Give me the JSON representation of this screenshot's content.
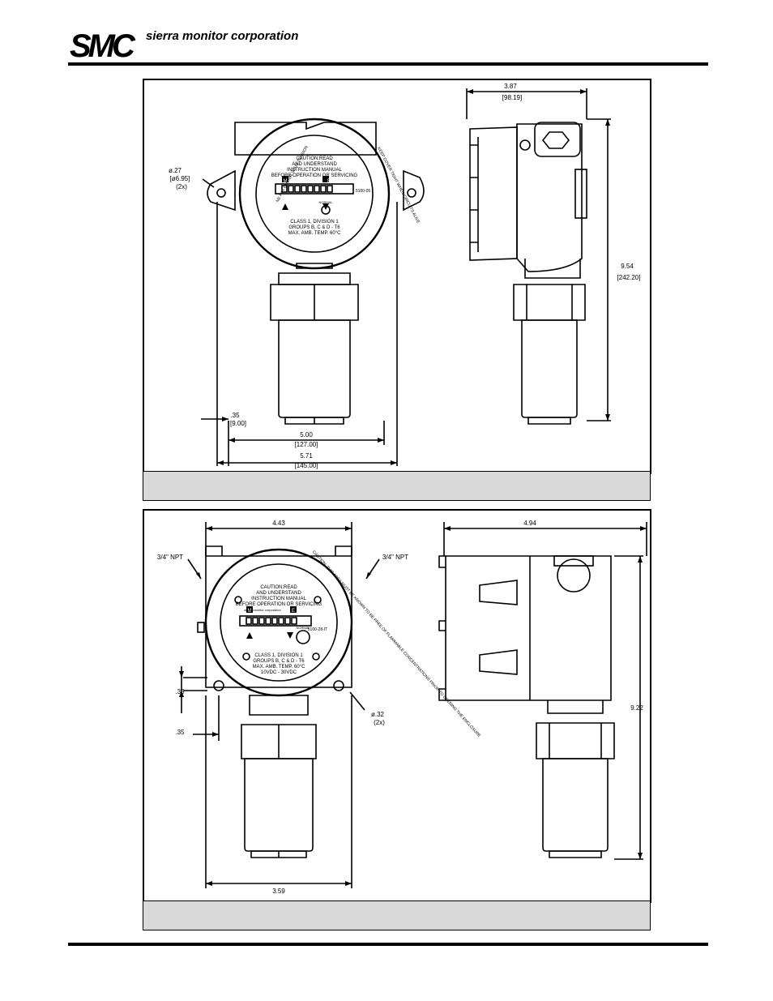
{
  "header": {
    "logo_text": "SMC",
    "company": "sierra monitor corporation"
  },
  "figure1": {
    "front": {
      "hole_dim": "ø.27",
      "hole_dim_mm": "[ø6.95]",
      "hole_count": "(2x)",
      "ring_text_right": "KEEP COVER TIGHT WHEN CIRCUITS ALIVE",
      "ring_text_left": "NE PAS OUVRIR SOUS TENSION",
      "caution": [
        "CAUTION:READ",
        "AND UNDERSTAND",
        "INSTRUCTION MANUAL",
        "BEFORE OPERATION OR SERVICING"
      ],
      "class_text": [
        "CLASS 1, DIVISION 1",
        "GROUPS B, C & D - T6",
        "MAX. AMB. TEMP. 60°C"
      ],
      "model": "5100-05",
      "key_m": "M",
      "key_e": "E",
      "mini_brand": "sierra monitor corporation",
      "normal": "NORMAL",
      "dim_a": ".35",
      "dim_a_mm": "[9.00]",
      "dim_b": "5.00",
      "dim_b_mm": "[127.00]",
      "dim_c": "5.71",
      "dim_c_mm": "[145.00]"
    },
    "side": {
      "dim_w": "3.87",
      "dim_w_mm": "[98.19]",
      "dim_h": "9.54",
      "dim_h_mm": "[242.20]"
    }
  },
  "figure2": {
    "front": {
      "dim_w": "4.43",
      "npt_left": "3/4\" NPT",
      "npt_right": "3/4\" NPT",
      "ring_text_right": "CAUTION: THIS AREA MUST BE KNOWN TO BE FREE OF FLAMMABLE CONCENTRATIONS PRIOR TO OPENING THE ENCLOSURE",
      "caution": [
        "CAUTION:READ",
        "AND UNDERSTAND",
        "INSTRUCTION MANUAL",
        "BEFORE OPERATION OR SERVICING"
      ],
      "class_text": [
        "CLASS 1, DIVISION 1",
        "GROUPS B, C & D - T6",
        "MAX. AMB. TEMP. 60°C",
        "10VDC - 30VDC"
      ],
      "model": "5100-28-IT",
      "key_m": "M",
      "key_e": "E",
      "mini_brand": "sierra monitor corporation",
      "normal": "NORMAL",
      "dim_a": ".35",
      "dim_b": ".35",
      "hole_dim": "ø.32",
      "hole_count": "(2x)",
      "dim_base": "3.59"
    },
    "side": {
      "dim_w": "4.94",
      "dim_h": "9.22"
    }
  },
  "captions": {
    "fig1": "",
    "fig2": ""
  }
}
